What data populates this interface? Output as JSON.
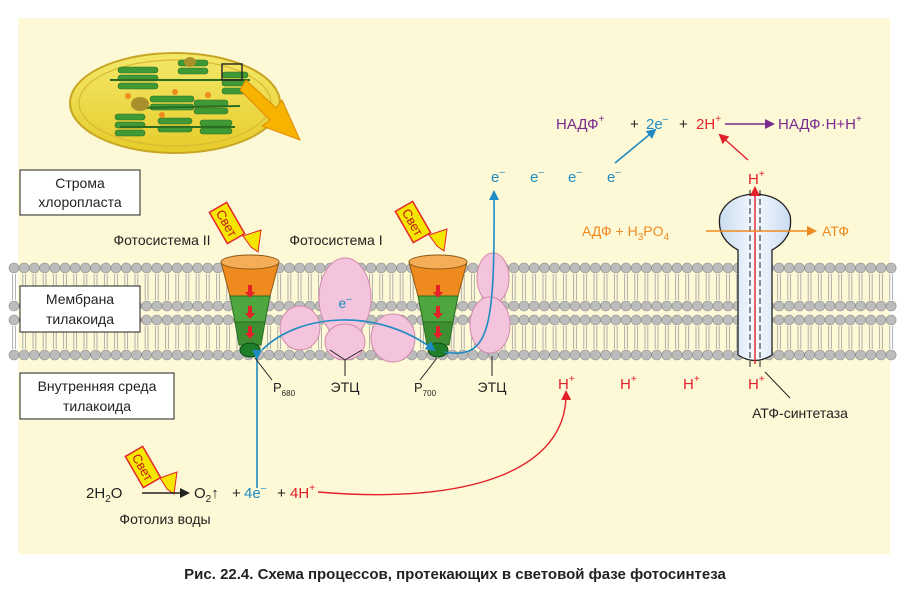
{
  "labels": {
    "stroma": [
      "Строма",
      "хлоропласта"
    ],
    "membrane": [
      "Мембрана",
      "тилакоида"
    ],
    "lumen": [
      "Внутренняя среда",
      "тилакоида"
    ],
    "ps2": "Фотосистема II",
    "ps1": "Фотосистема I",
    "light": "Свет",
    "p680": "P",
    "p680_sub": "680",
    "p700": "P",
    "p700_sub": "700",
    "etc": "ЭТЦ",
    "atp_synthase": "АТФ-синтетаза",
    "photolysis": "Фотолиз воды",
    "electron": "e",
    "electron_sup": "–",
    "proton": "H",
    "proton_sup": "+"
  },
  "equations": {
    "nadp": {
      "a": "НАДФ",
      "a_sup": "+",
      "plus1": "+",
      "b": "2e",
      "b_sup": "–",
      "plus2": "+",
      "c": "2H",
      "c_sup": "+",
      "product": "НАДФ·Н+Н",
      "product_sup": "+"
    },
    "atp": {
      "a": "АДФ + H",
      "a_sub": "3",
      "b": "PO",
      "b_sub": "4",
      "product": "АТФ"
    },
    "water": {
      "a": "2H",
      "a_sub": "2",
      "b": "O",
      "c": "O",
      "c_sub": "2",
      "c_arrow": "↑",
      "plus1": "+",
      "d": "4e",
      "d_sup": "–",
      "plus2": "+",
      "e": "4H",
      "e_sup": "+"
    }
  },
  "caption": "Рис. 22.4. Схема процессов, протекающих в световой фазе фотосинтеза",
  "colors": {
    "background": "#fdf8d5",
    "electron": "#1f8bc2",
    "proton": "#e4202a",
    "nadp": "#7a2a8c",
    "atp": "#ef8a1f",
    "light_box": "#f5e600",
    "light_border": "#e2262b"
  }
}
